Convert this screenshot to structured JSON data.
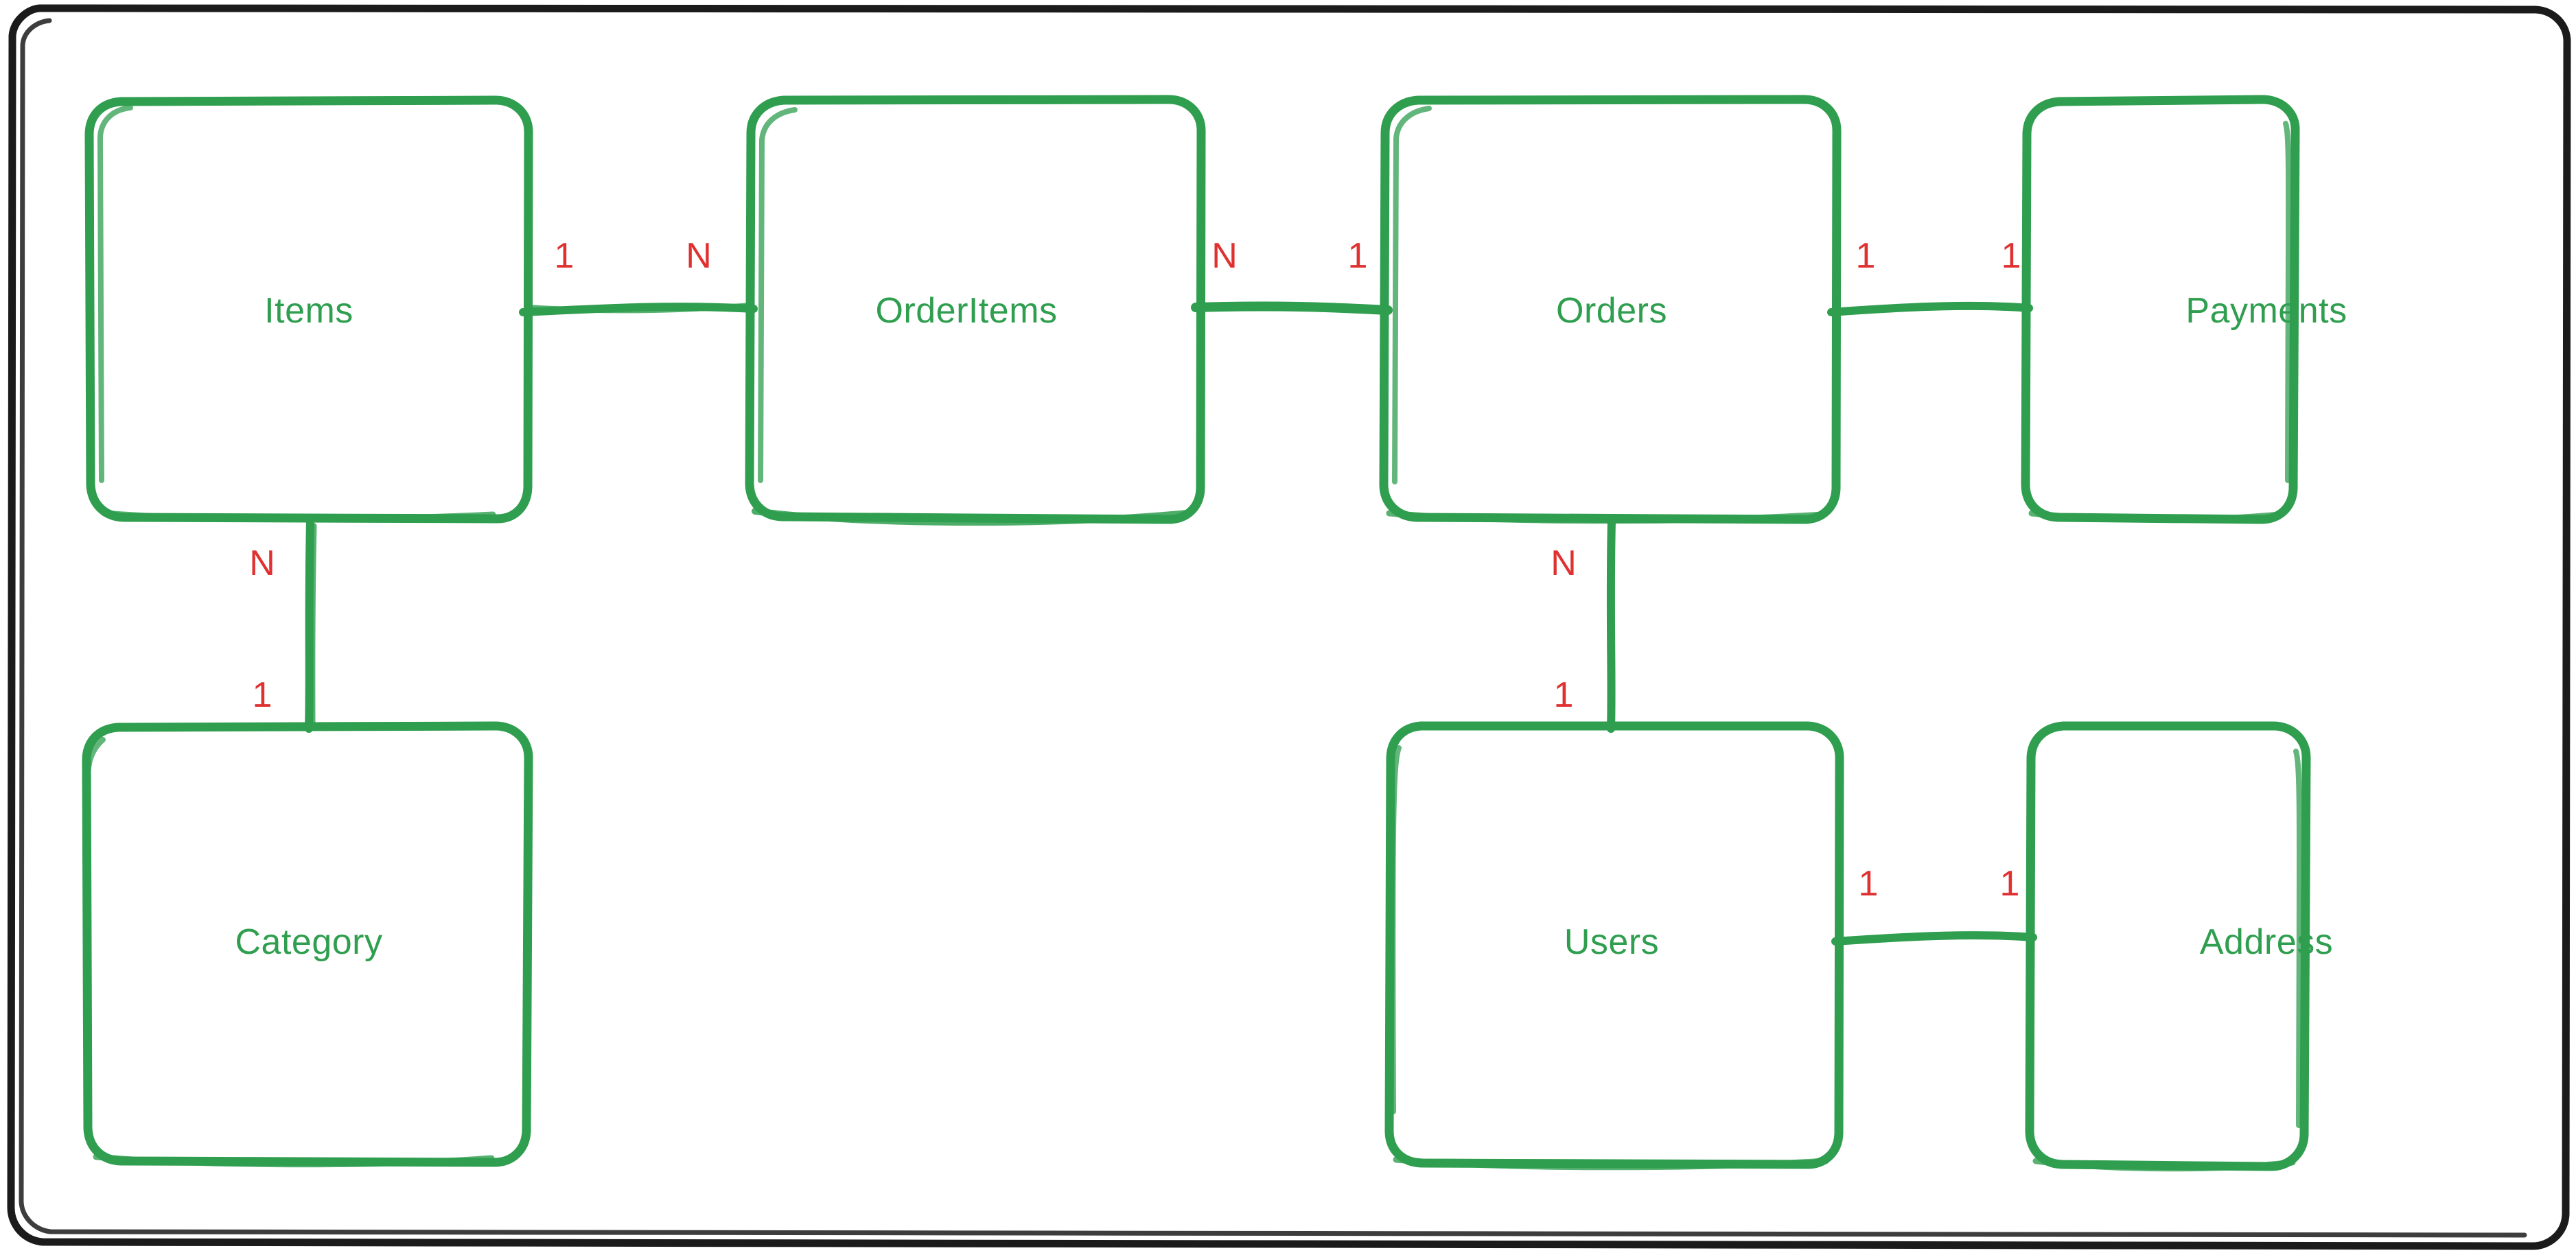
{
  "diagram": {
    "kind": "entity-relationship-diagram",
    "style": "hand-drawn-sketch",
    "title": "",
    "colors": {
      "frame": "#1b1b1b",
      "entity_stroke": "#2f9e4f",
      "entity_text": "#2f9e4f",
      "cardinality_text": "#e03131",
      "background": "#ffffff"
    },
    "entities": [
      {
        "id": "items",
        "label": "Items",
        "row": "top",
        "col": 1
      },
      {
        "id": "orderitems",
        "label": "OrderItems",
        "row": "top",
        "col": 2
      },
      {
        "id": "orders",
        "label": "Orders",
        "row": "top",
        "col": 3
      },
      {
        "id": "payments",
        "label": "Payments",
        "row": "top",
        "col": 4
      },
      {
        "id": "category",
        "label": "Category",
        "row": "bottom",
        "col": 1
      },
      {
        "id": "users",
        "label": "Users",
        "row": "bottom",
        "col": 3
      },
      {
        "id": "address",
        "label": "Address",
        "row": "bottom",
        "col": 4
      }
    ],
    "relationships": [
      {
        "id": "items-orderitems",
        "from": "items",
        "to": "orderitems",
        "from_cardinality": "1",
        "to_cardinality": "N",
        "orientation": "horizontal"
      },
      {
        "id": "orderitems-orders",
        "from": "orderitems",
        "to": "orders",
        "from_cardinality": "N",
        "to_cardinality": "1",
        "orientation": "horizontal"
      },
      {
        "id": "orders-payments",
        "from": "orders",
        "to": "payments",
        "from_cardinality": "1",
        "to_cardinality": "1",
        "orientation": "horizontal"
      },
      {
        "id": "items-category",
        "from": "items",
        "to": "category",
        "from_cardinality": "N",
        "to_cardinality": "1",
        "orientation": "vertical"
      },
      {
        "id": "orders-users",
        "from": "orders",
        "to": "users",
        "from_cardinality": "N",
        "to_cardinality": "1",
        "orientation": "vertical"
      },
      {
        "id": "users-address",
        "from": "users",
        "to": "address",
        "from_cardinality": "1",
        "to_cardinality": "1",
        "orientation": "horizontal"
      }
    ],
    "labels": {
      "items": "Items",
      "orderitems": "OrderItems",
      "orders": "Orders",
      "payments": "Payments",
      "category": "Category",
      "users": "Users",
      "address": "Address"
    },
    "cardinalities": {
      "items_to_orderitems_left": "1",
      "items_to_orderitems_right": "N",
      "orderitems_to_orders_left": "N",
      "orderitems_to_orders_right": "1",
      "orders_to_payments_left": "1",
      "orders_to_payments_right": "1",
      "items_to_category_top": "N",
      "items_to_category_bottom": "1",
      "orders_to_users_top": "N",
      "orders_to_users_bottom": "1",
      "users_to_address_left": "1",
      "users_to_address_right": "1"
    }
  }
}
